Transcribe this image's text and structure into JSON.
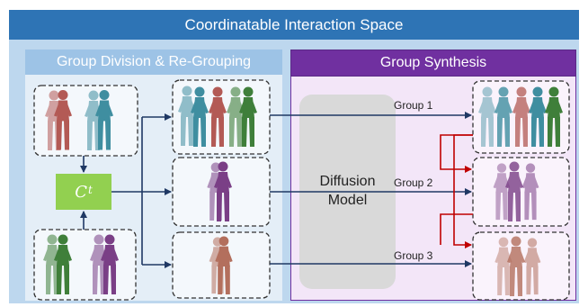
{
  "title": "Coordinatable Interaction Space",
  "left_panel": {
    "title": "Group Division & Re-Grouping",
    "condition_label": "C",
    "condition_superscript": "t"
  },
  "right_panel": {
    "title": "Group Synthesis"
  },
  "diffusion_model": {
    "line1": "Diffusion",
    "line2": "Model"
  },
  "groups": [
    {
      "label": "Group 1"
    },
    {
      "label": "Group 2"
    },
    {
      "label": "Group 3"
    }
  ],
  "colors": {
    "title_bar": "#2e74b5",
    "left_header": "#9dc3e6",
    "right_header": "#7030a0",
    "condition_box": "#92d050",
    "arrow": "#1f3864",
    "feedback_arrow": "#c00000",
    "teal": "#3f8ea0",
    "green": "#3f7f3a",
    "red": "#b35a55",
    "purple": "#7a3f86",
    "brown": "#b36f5d"
  }
}
